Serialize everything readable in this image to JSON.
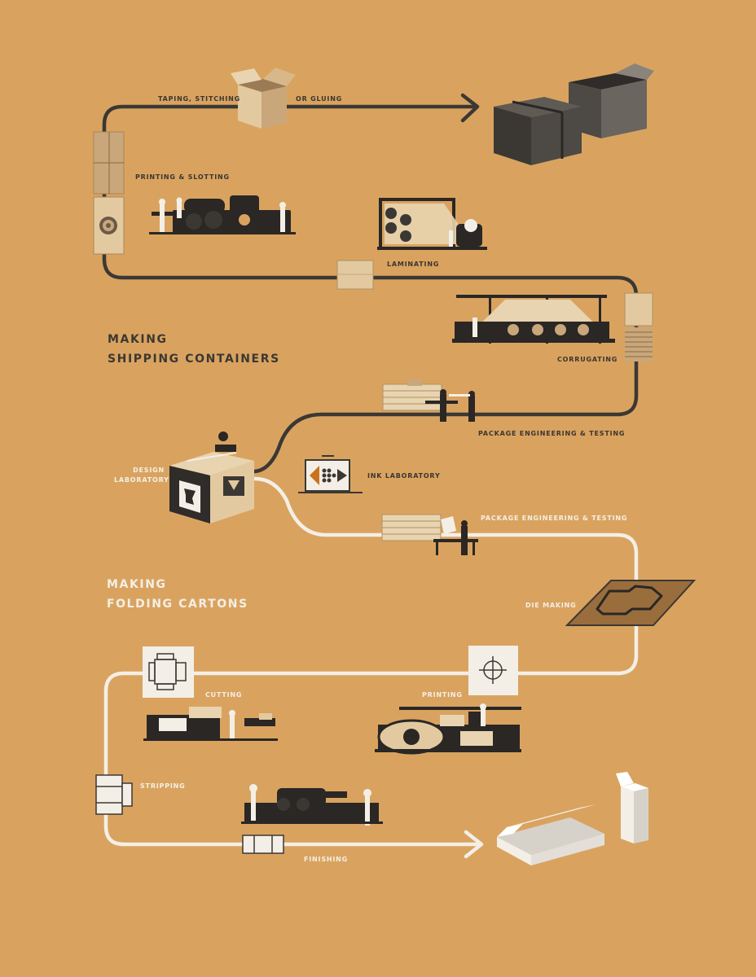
{
  "colors": {
    "background": "#d9a35f",
    "dark_path": "#3b3834",
    "light_path": "#f4efe6",
    "kraft": "#c9a77a",
    "kraft_light": "#e3c9a0"
  },
  "sections": {
    "shipping": {
      "title_line1": "MAKING",
      "title_line2": "SHIPPING CONTAINERS"
    },
    "folding": {
      "title_line1": "MAKING",
      "title_line2": "FOLDING CARTONS"
    }
  },
  "steps": {
    "taping_left": "TAPING, STITCHING",
    "taping_right": "OR GLUING",
    "printing_slotting": "PRINTING & SLOTTING",
    "laminating": "LAMINATING",
    "corrugating": "CORRUGATING",
    "pkg_eng_shipping": "PACKAGE ENGINEERING & TESTING",
    "design_lab_line1": "DESIGN",
    "design_lab_line2": "LABORATORY",
    "ink_lab": "INK LABORATORY",
    "pkg_eng_folding": "PACKAGE ENGINEERING & TESTING",
    "die_making": "DIE MAKING",
    "printing": "PRINTING",
    "cutting": "CUTTING",
    "stripping": "STRIPPING",
    "finishing": "FINISHING"
  },
  "icons": {
    "box_open": "open-corrugated-box-icon",
    "boxes_final": "finished-shipping-boxes-icon",
    "printer_slotter": "printer-slotter-machine-icon",
    "laminator": "laminator-machine-icon",
    "corrugator": "corrugator-machine-icon",
    "design_cube": "design-lab-cube-icon",
    "ink_lab": "ink-lab-easel-icon",
    "die": "die-board-icon",
    "register_mark": "registration-mark-icon",
    "carton_blank": "carton-blank-icon",
    "cartons_final": "finished-cartons-icon"
  }
}
